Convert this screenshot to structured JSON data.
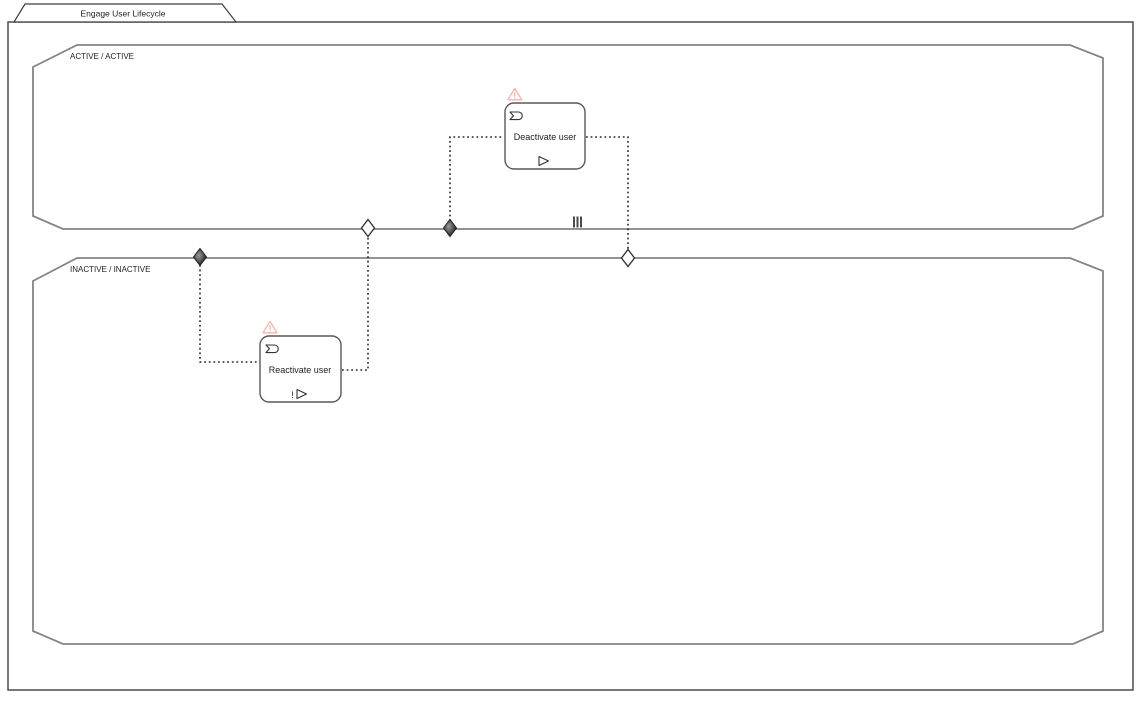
{
  "diagram": {
    "title": "Engage User Lifecycle",
    "lanes": [
      {
        "id": "active",
        "label": "ACTIVE / ACTIVE"
      },
      {
        "id": "inactive",
        "label": "INACTIVE / INACTIVE"
      }
    ],
    "tasks": [
      {
        "id": "deactivate-user",
        "label": "Deactivate user",
        "corner_icon": "send-signal-icon",
        "footer_icon": "play-outline-icon",
        "footer_prefix": "",
        "warning_icon": "warning-triangle-icon"
      },
      {
        "id": "reactivate-user",
        "label": "Reactivate user",
        "corner_icon": "send-signal-icon",
        "footer_icon": "play-outline-icon",
        "footer_prefix": "!",
        "warning_icon": "warning-triangle-icon"
      }
    ],
    "markers": {
      "parallel_bars": "|||",
      "diamonds": [
        {
          "id": "diamond-active-reactivate-target",
          "style": "hollow",
          "lane": "active"
        },
        {
          "id": "diamond-active-deactivate-source",
          "style": "filled",
          "lane": "active"
        },
        {
          "id": "diamond-inactive-reactivate-source",
          "style": "filled",
          "lane": "inactive"
        },
        {
          "id": "diamond-inactive-deactivate-target",
          "style": "hollow",
          "lane": "inactive"
        }
      ]
    },
    "colors": {
      "lane_border": "#848484",
      "frame_border": "#3f3f3f",
      "node_border": "#595959",
      "connector": "#2b2b2b",
      "warning": "#f2b4ac",
      "text": "#1f1f1f"
    }
  }
}
